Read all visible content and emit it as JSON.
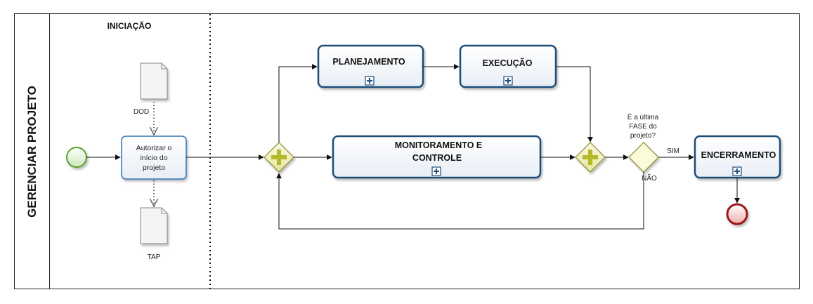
{
  "pool": {
    "title": "GERENCIAR PROJETO"
  },
  "header": {
    "initiation": "INICIAÇÃO"
  },
  "documents": {
    "input": "DOD",
    "output": "TAP"
  },
  "task": {
    "line1": "Autorizar o",
    "line2": "início do",
    "line3": "projeto"
  },
  "subprocesses": {
    "planning": "PLANEJAMENTO",
    "execution": "EXECUÇÃO",
    "monitoring_line1": "MONITORAMENTO E",
    "monitoring_line2": "CONTROLE",
    "closing": "ENCERRAMENTO"
  },
  "decision": {
    "question_line1": "É a última",
    "question_line2": "FASE do",
    "question_line3": "projeto?",
    "yes": "SIM",
    "no": "NÃO"
  },
  "colors": {
    "subprocess_border": "#1f4e79",
    "subprocess_fill": "#eef3f9",
    "gateway_fill": "#e6e6a8",
    "gateway_border": "#8a8a2a",
    "gateway_plus": "#b5b82a",
    "start_fill": "#d8f0c8",
    "start_border": "#5aa02c",
    "end_fill": "#f2c4c4",
    "end_border": "#a01818"
  },
  "icons": {
    "expand": "plus-square-icon",
    "document": "document-icon",
    "parallel_gateway": "plus-icon"
  }
}
